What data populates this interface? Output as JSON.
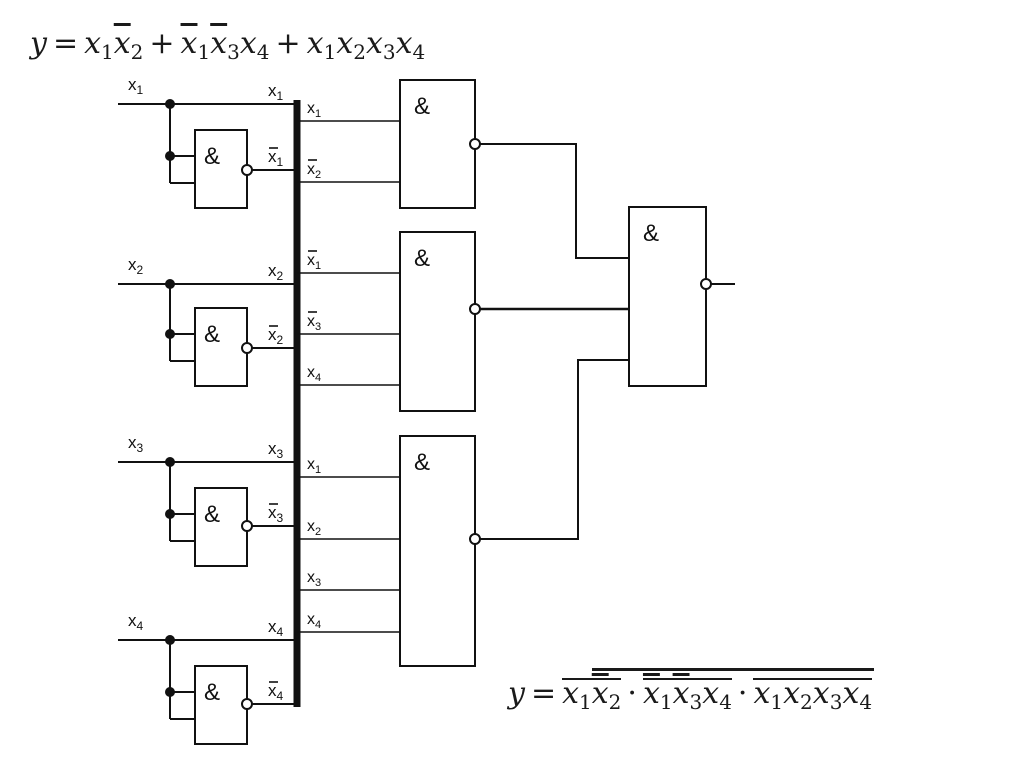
{
  "formulas": {
    "top": {
      "lhs": "y",
      "eq": "=",
      "terms": [
        [
          {
            "v": "x",
            "s": "1",
            "bar": false
          },
          {
            "v": "x",
            "s": "2",
            "bar": true
          }
        ],
        [
          {
            "v": "x",
            "s": "1",
            "bar": true
          },
          {
            "v": "x",
            "s": "3",
            "bar": true
          },
          {
            "v": "x",
            "s": "4",
            "bar": false
          }
        ],
        [
          {
            "v": "x",
            "s": "1",
            "bar": false
          },
          {
            "v": "x",
            "s": "2",
            "bar": false
          },
          {
            "v": "x",
            "s": "3",
            "bar": false
          },
          {
            "v": "x",
            "s": "4",
            "bar": false
          }
        ]
      ],
      "join": "+"
    },
    "bottom": {
      "lhs": "y",
      "eq": "=",
      "terms": [
        [
          {
            "v": "x",
            "s": "1",
            "bar": false
          },
          {
            "v": "x",
            "s": "2",
            "bar": true
          }
        ],
        [
          {
            "v": "x",
            "s": "1",
            "bar": true
          },
          {
            "v": "x",
            "s": "3",
            "bar": true
          },
          {
            "v": "x",
            "s": "4",
            "bar": false
          }
        ],
        [
          {
            "v": "x",
            "s": "1",
            "bar": false
          },
          {
            "v": "x",
            "s": "2",
            "bar": false
          },
          {
            "v": "x",
            "s": "3",
            "bar": false
          },
          {
            "v": "x",
            "s": "4",
            "bar": false
          }
        ]
      ],
      "join": "·",
      "outer_negation": true,
      "term_negation": true
    }
  },
  "gate_symbol": "&",
  "inputs": [
    {
      "name": "x",
      "sub": "1",
      "bus_label": "x",
      "bus_sub": "1",
      "inv_label": "x",
      "inv_sub": "1"
    },
    {
      "name": "x",
      "sub": "2",
      "bus_label": "x",
      "bus_sub": "2",
      "inv_label": "x",
      "inv_sub": "2"
    },
    {
      "name": "x",
      "sub": "3",
      "bus_label": "x",
      "bus_sub": "3",
      "inv_label": "x",
      "inv_sub": "3"
    },
    {
      "name": "x",
      "sub": "4",
      "bus_label": "x",
      "bus_sub": "4",
      "inv_label": "x",
      "inv_sub": "4"
    }
  ],
  "product_gates": [
    {
      "inputs": [
        {
          "v": "x",
          "s": "1",
          "bar": false
        },
        {
          "v": "x",
          "s": "2",
          "bar": true
        }
      ]
    },
    {
      "inputs": [
        {
          "v": "x",
          "s": "1",
          "bar": true
        },
        {
          "v": "x",
          "s": "3",
          "bar": true
        },
        {
          "v": "x",
          "s": "4",
          "bar": false
        }
      ]
    },
    {
      "inputs": [
        {
          "v": "x",
          "s": "1",
          "bar": false
        },
        {
          "v": "x",
          "s": "2",
          "bar": false
        },
        {
          "v": "x",
          "s": "3",
          "bar": false
        },
        {
          "v": "x",
          "s": "4",
          "bar": false
        }
      ]
    }
  ],
  "output_gate": {
    "label": "&",
    "inputs": 3,
    "inverted_output": true
  },
  "colors": {
    "line": "#111111",
    "background": "#ffffff"
  }
}
